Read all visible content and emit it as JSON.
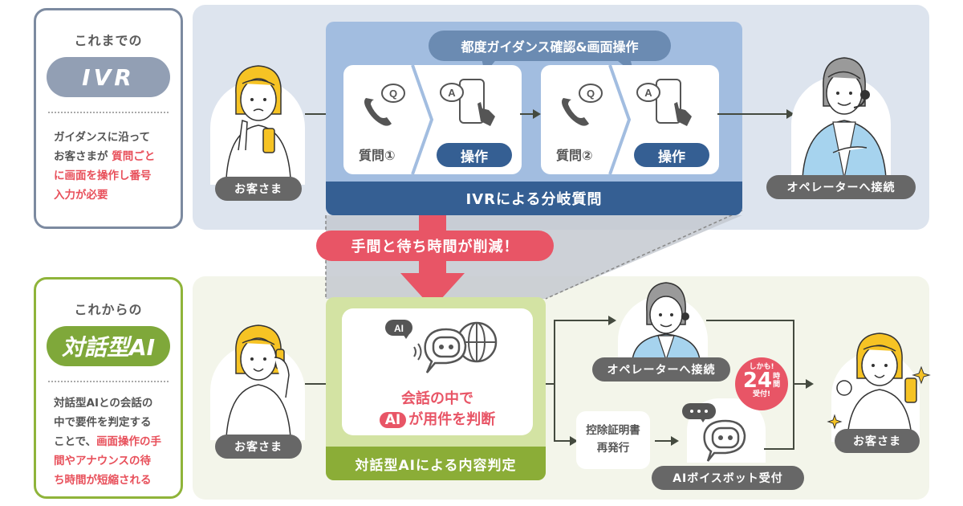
{
  "legacy": {
    "caption": "これまでの",
    "pill": "IVR",
    "desc_plain": "ガイダンスに沿って\nお客さまが ",
    "desc_red": "質問ごとに画面を操作し番号入力が必要",
    "desc_line1": "ガイダンスに沿って",
    "desc_line2_plain": "お客さまが ",
    "desc_line2_red": "質問ごと",
    "desc_line3_red": "に画面を操作し番号",
    "desc_line4_red": "入力が必要"
  },
  "future": {
    "caption": "これからの",
    "pill": "対話型AI",
    "desc_line1": "対話型AIとの会話の",
    "desc_line2": "中で要件を判定する",
    "desc_line3_plain": "ことで、",
    "desc_line3_red": "画面操作の手",
    "desc_line4_red": "間やアナウンスの待",
    "desc_line5_red": "ち時間が短縮される"
  },
  "ivr_flow": {
    "customer_label": "お客さま",
    "bubble": "都度ガイダンス確認&画面操作",
    "steps": [
      {
        "question": "質問①",
        "action": "操作"
      },
      {
        "question": "質問②",
        "action": "操作"
      }
    ],
    "footer": "IVRによる分岐質問",
    "operator_label": "オペレーターへ接続"
  },
  "reduction_banner": "手間と待ち時間が削減！",
  "ai_flow": {
    "customer_label": "お客さま",
    "ai_chip_label": "AI",
    "line1": "会話の中で",
    "line2_chip": "AI",
    "line2": "が用件を判断",
    "footer": "対話型AIによる内容判定",
    "operator_label": "オペレーターへ接続",
    "reissue": [
      "控除証明書",
      "再発行"
    ],
    "voicebot_label": "AIボイスボット受付",
    "badge": {
      "top": "しかも!",
      "big": "24",
      "unit1": "時",
      "unit2": "間",
      "bottom": "受付!"
    },
    "end_customer_label": "お客さま"
  },
  "colors": {
    "accent_red": "#e85566",
    "ivr_blue": "#355f93",
    "ai_green": "#8bad37",
    "label_gray": "#676767"
  }
}
